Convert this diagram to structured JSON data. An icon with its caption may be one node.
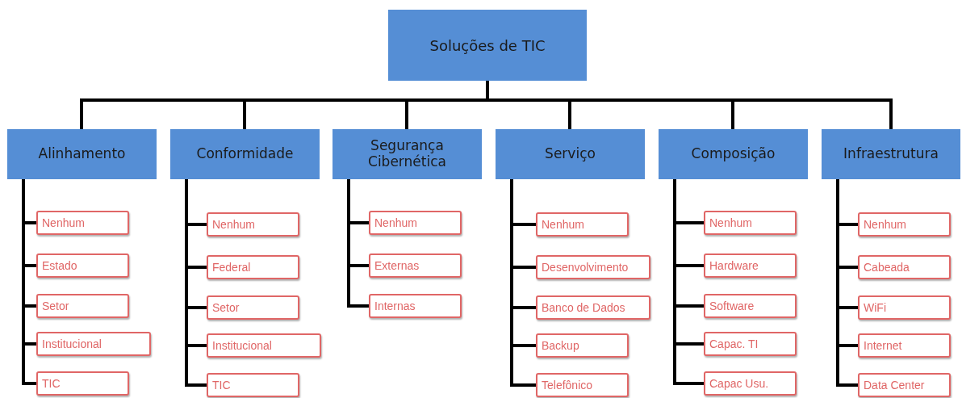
{
  "diagram": {
    "nodes": [
      {
        "text": [
          "Soluções de TIC"
        ]
      },
      {
        "text": [
          "Alinhamento"
        ]
      },
      {
        "text": [
          "Nenhum"
        ]
      },
      {
        "text": [
          "Estado"
        ]
      },
      {
        "text": [
          "Setor"
        ]
      },
      {
        "text": [
          "Institucional"
        ]
      },
      {
        "text": [
          "TIC"
        ]
      },
      {
        "text": [
          "Conformidade"
        ]
      },
      {
        "text": [
          "Nenhum"
        ]
      },
      {
        "text": [
          "Federal"
        ]
      },
      {
        "text": [
          "Setor"
        ]
      },
      {
        "text": [
          "Institucional"
        ]
      },
      {
        "text": [
          "TIC"
        ]
      },
      {
        "text": [
          "Segurança Cibernética"
        ]
      },
      {
        "text": [
          "Nenhum"
        ]
      },
      {
        "text": [
          "Externas"
        ]
      },
      {
        "text": [
          "Internas"
        ]
      },
      {
        "text": [
          "Serviço"
        ]
      },
      {
        "text": [
          "Nenhum"
        ]
      },
      {
        "text": [
          "Desenvolvimento"
        ]
      },
      {
        "text": [
          "Banco de Dados"
        ]
      },
      {
        "text": [
          "Backup"
        ]
      },
      {
        "text": [
          "Telefônico"
        ]
      },
      {
        "text": [
          "Composição"
        ]
      },
      {
        "text": [
          "Nenhum"
        ]
      },
      {
        "text": [
          "Hardware"
        ]
      },
      {
        "text": [
          "Software"
        ]
      },
      {
        "text": [
          "Capac. TI"
        ]
      },
      {
        "text": [
          "Capac Usu."
        ]
      },
      {
        "text": [
          "Infraestrutura"
        ]
      },
      {
        "text": [
          "Nenhum"
        ]
      },
      {
        "text": [
          "Cabeada"
        ]
      },
      {
        "text": [
          "WiFi"
        ]
      },
      {
        "text": [
          "Internet"
        ]
      },
      {
        "text": [
          "Data Center"
        ]
      }
    ],
    "edges": [
      {
        "from": 0,
        "to": 1,
        "arrow": "none"
      },
      {
        "from": 0,
        "to": 7,
        "arrow": "none"
      },
      {
        "from": 0,
        "to": 13,
        "arrow": "none"
      },
      {
        "from": 0,
        "to": 17,
        "arrow": "none"
      },
      {
        "from": 0,
        "to": 23,
        "arrow": "none"
      },
      {
        "from": 0,
        "to": 29,
        "arrow": "none"
      },
      {
        "from": 1,
        "to": 2,
        "arrow": "none"
      },
      {
        "from": 1,
        "to": 3,
        "arrow": "none"
      },
      {
        "from": 1,
        "to": 4,
        "arrow": "none"
      },
      {
        "from": 1,
        "to": 5,
        "arrow": "none"
      },
      {
        "from": 1,
        "to": 6,
        "arrow": "none"
      },
      {
        "from": 7,
        "to": 8,
        "arrow": "none"
      },
      {
        "from": 7,
        "to": 9,
        "arrow": "none"
      },
      {
        "from": 7,
        "to": 10,
        "arrow": "none"
      },
      {
        "from": 7,
        "to": 11,
        "arrow": "none"
      },
      {
        "from": 7,
        "to": 12,
        "arrow": "none"
      },
      {
        "from": 13,
        "to": 14,
        "arrow": "none"
      },
      {
        "from": 13,
        "to": 15,
        "arrow": "none"
      },
      {
        "from": 13,
        "to": 16,
        "arrow": "none"
      },
      {
        "from": 17,
        "to": 18,
        "arrow": "none"
      },
      {
        "from": 17,
        "to": 19,
        "arrow": "none"
      },
      {
        "from": 17,
        "to": 20,
        "arrow": "none"
      },
      {
        "from": 17,
        "to": 21,
        "arrow": "none"
      },
      {
        "from": 17,
        "to": 22,
        "arrow": "none"
      },
      {
        "from": 23,
        "to": 24,
        "arrow": "none"
      },
      {
        "from": 23,
        "to": 25,
        "arrow": "none"
      },
      {
        "from": 23,
        "to": 26,
        "arrow": "none"
      },
      {
        "from": 23,
        "to": 27,
        "arrow": "none"
      },
      {
        "from": 23,
        "to": 28,
        "arrow": "none"
      },
      {
        "from": 29,
        "to": 30,
        "arrow": "none"
      },
      {
        "from": 29,
        "to": 31,
        "arrow": "none"
      },
      {
        "from": 29,
        "to": 32,
        "arrow": "none"
      },
      {
        "from": 29,
        "to": 33,
        "arrow": "none"
      },
      {
        "from": 29,
        "to": 34,
        "arrow": "none"
      }
    ]
  }
}
